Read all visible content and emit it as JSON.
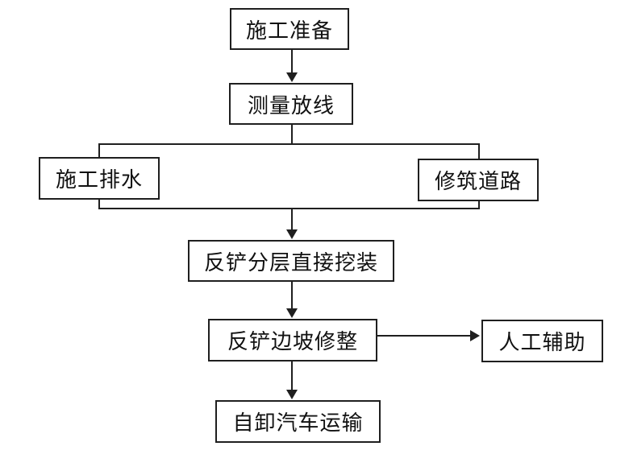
{
  "page": {
    "background_color": "#ffffff",
    "line_color": "#1f1f1f"
  },
  "flowchart": {
    "type": "process-flow-diagram",
    "nodes": {
      "prep": {
        "label": "施工准备"
      },
      "survey": {
        "label": "测量放线"
      },
      "drainage": {
        "label": "施工排水"
      },
      "road": {
        "label": "修筑道路"
      },
      "excavate": {
        "label": "反铲分层直接挖装"
      },
      "slope": {
        "label": "反铲边坡修整"
      },
      "manual": {
        "label": "人工辅助"
      },
      "transport": {
        "label": "自卸汽车运输"
      }
    },
    "parallel_band": {
      "members": [
        "drainage",
        "road"
      ]
    },
    "edges": [
      {
        "from": "prep",
        "to": "survey",
        "style": "arrow"
      },
      {
        "from": "survey",
        "to": "parallel_band",
        "style": "line"
      },
      {
        "from": "parallel_band",
        "to": "excavate",
        "style": "arrow"
      },
      {
        "from": "excavate",
        "to": "slope",
        "style": "arrow"
      },
      {
        "from": "slope",
        "to": "transport",
        "style": "arrow"
      },
      {
        "from": "slope",
        "to": "manual",
        "style": "arrow"
      }
    ]
  }
}
